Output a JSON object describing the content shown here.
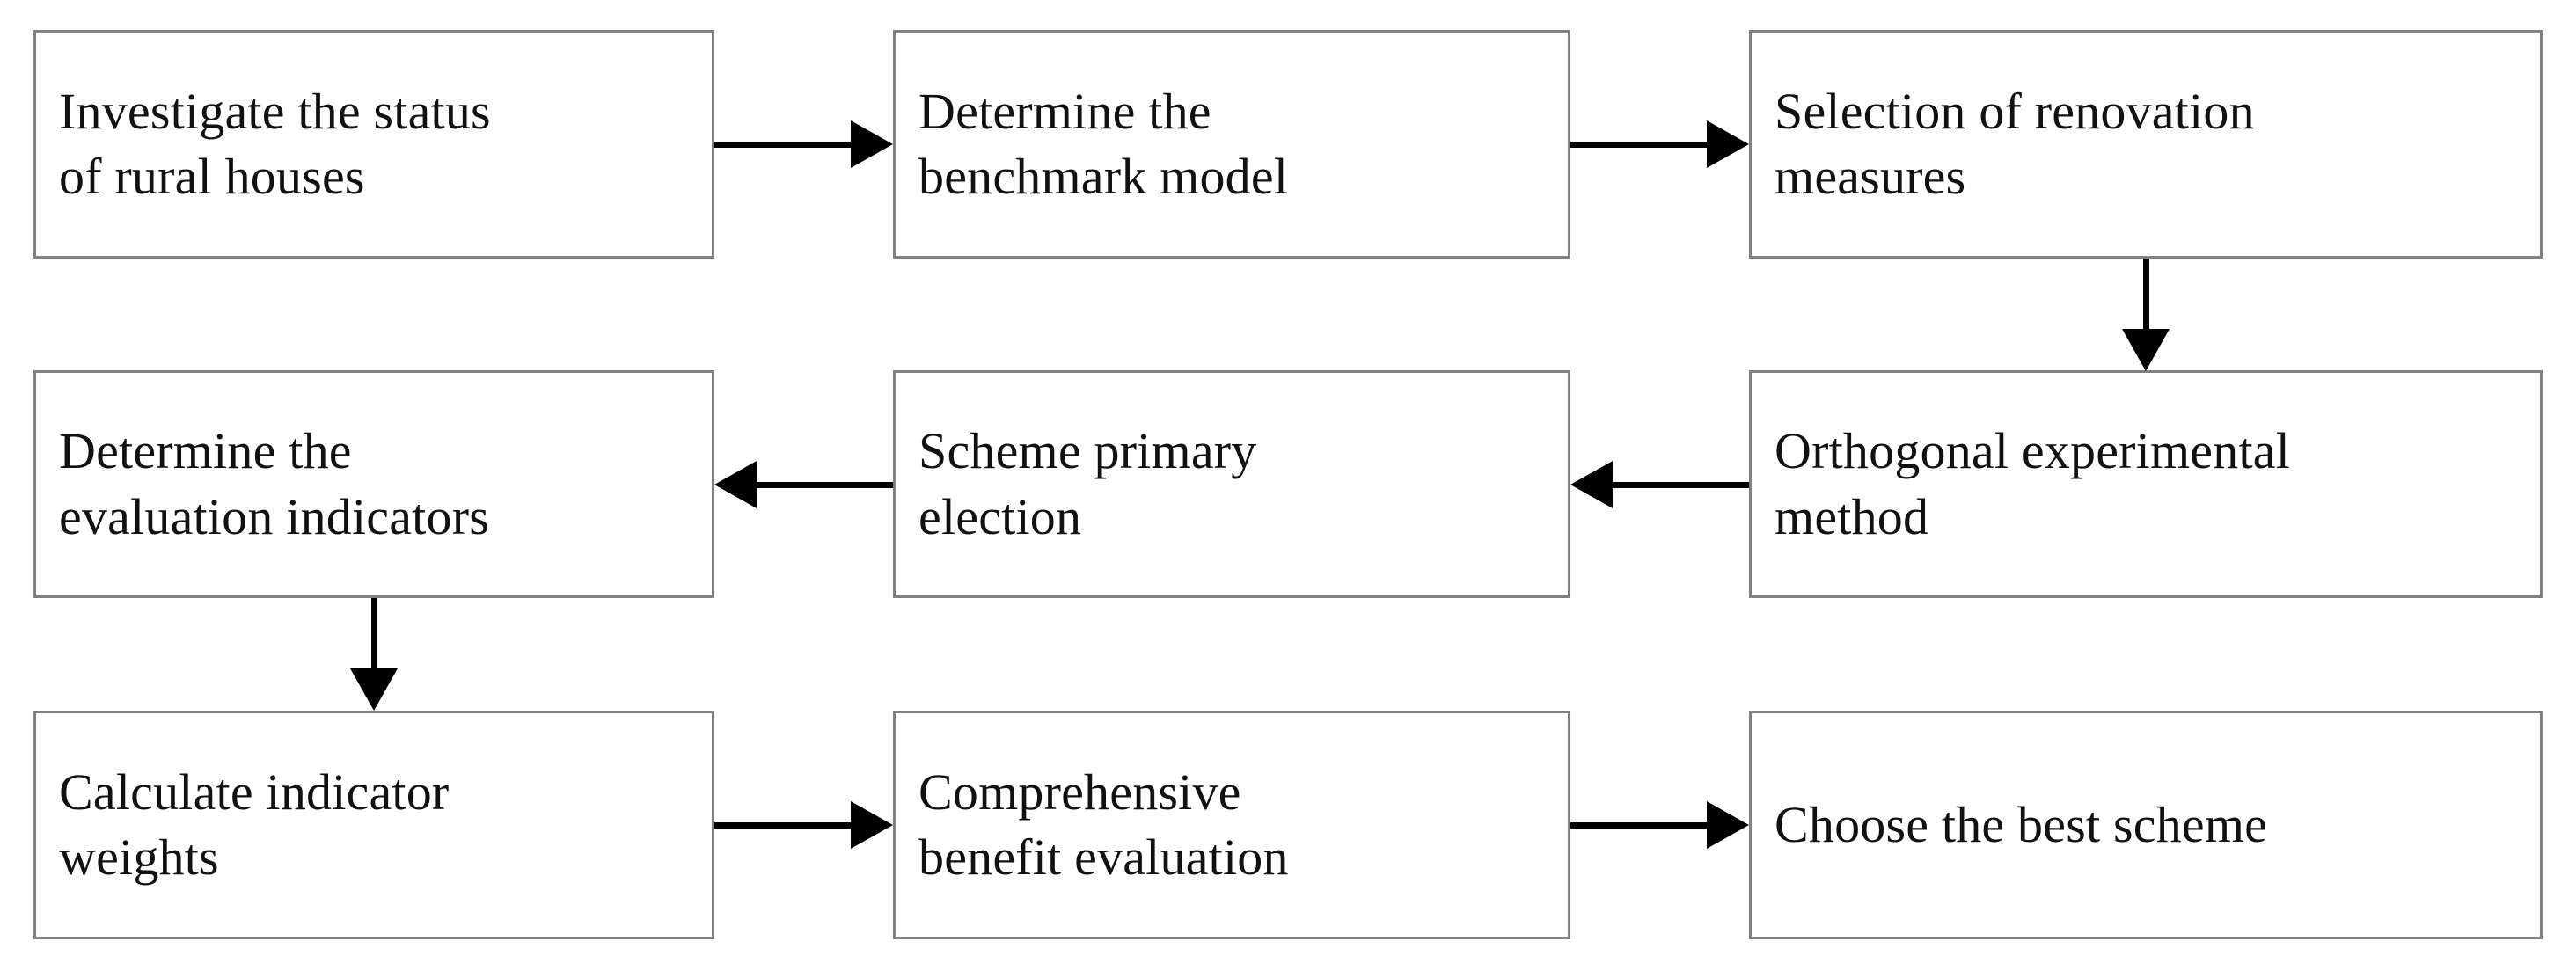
{
  "diagram": {
    "type": "flowchart",
    "title": "Rural house renovation scheme evaluation flowchart",
    "orientation": "boustrophedon-3x3",
    "style": {
      "box_border_color": "#808080",
      "box_fill_color": "#ffffff",
      "arrow_color": "#000000",
      "text_color": "#111111",
      "background": "#ffffff"
    },
    "nodes": [
      {
        "id": "investigate",
        "row": 1,
        "col": 1,
        "label": "Investigate the status\nof rural houses"
      },
      {
        "id": "benchmark",
        "row": 1,
        "col": 2,
        "label": "Determine the\nbenchmark model"
      },
      {
        "id": "renovation",
        "row": 1,
        "col": 3,
        "label": "Selection of renovation\nmeasures"
      },
      {
        "id": "indicators",
        "row": 2,
        "col": 1,
        "label": "Determine the\nevaluation indicators"
      },
      {
        "id": "scheme",
        "row": 2,
        "col": 2,
        "label": "Scheme primary\nelection"
      },
      {
        "id": "orthogonal",
        "row": 2,
        "col": 3,
        "label": "Orthogonal experimental\nmethod"
      },
      {
        "id": "weights",
        "row": 3,
        "col": 1,
        "label": "Calculate indicator\nweights"
      },
      {
        "id": "comprehensive",
        "row": 3,
        "col": 2,
        "label": "Comprehensive\nbenefit evaluation"
      },
      {
        "id": "best",
        "row": 3,
        "col": 3,
        "label": "Choose the best scheme"
      }
    ],
    "edges": [
      {
        "id": "edge1",
        "from": "investigate",
        "to": "benchmark",
        "direction": "right"
      },
      {
        "id": "edge2",
        "from": "benchmark",
        "to": "renovation",
        "direction": "right"
      },
      {
        "id": "edge3",
        "from": "renovation",
        "to": "orthogonal",
        "direction": "down"
      },
      {
        "id": "edge4",
        "from": "orthogonal",
        "to": "scheme",
        "direction": "left"
      },
      {
        "id": "edge5",
        "from": "scheme",
        "to": "indicators",
        "direction": "left"
      },
      {
        "id": "edge6",
        "from": "indicators",
        "to": "weights",
        "direction": "down"
      },
      {
        "id": "edge7",
        "from": "weights",
        "to": "comprehensive",
        "direction": "right"
      },
      {
        "id": "edge8",
        "from": "comprehensive",
        "to": "best",
        "direction": "right"
      }
    ]
  }
}
